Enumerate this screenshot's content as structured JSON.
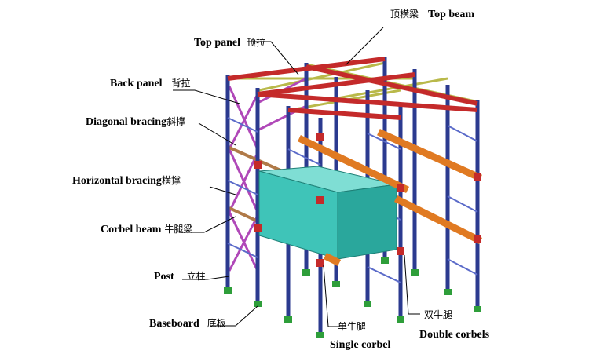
{
  "labels": {
    "top_beam": {
      "en": "Top beam",
      "cn": "顶横梁"
    },
    "top_panel": {
      "en": "Top panel",
      "cn": "顶拉"
    },
    "back_panel": {
      "en": "Back panel",
      "cn": "背拉"
    },
    "diagonal_bracing": {
      "en": "Diagonal bracing",
      "cn": "斜撑"
    },
    "horizontal_bracing": {
      "en": "Horizontal bracing",
      "cn": "横撑"
    },
    "corbel_beam": {
      "en": "Corbel beam",
      "cn": "牛腿梁"
    },
    "post": {
      "en": "Post",
      "cn": "立柱"
    },
    "baseboard": {
      "en": "Baseboard",
      "cn": "底板"
    },
    "single_corbel": {
      "en": "Single corbel",
      "cn": "单牛腿"
    },
    "double_corbels": {
      "en": "Double corbels",
      "cn": "双牛腿"
    }
  },
  "colors": {
    "post": "#2b3a8f",
    "post_light": "#5b6bc9",
    "top_beam": "#c42a2a",
    "bracing_yellow": "#b9b94a",
    "diagonal": "#b048b8",
    "horizontal": "#b07a48",
    "corbel_beam": "#e07a22",
    "box_front": "#3fc4b8",
    "box_top": "#7fded4",
    "box_side": "#2aa79c",
    "base": "#2e9e3a",
    "corbel": "#c42a2a"
  }
}
